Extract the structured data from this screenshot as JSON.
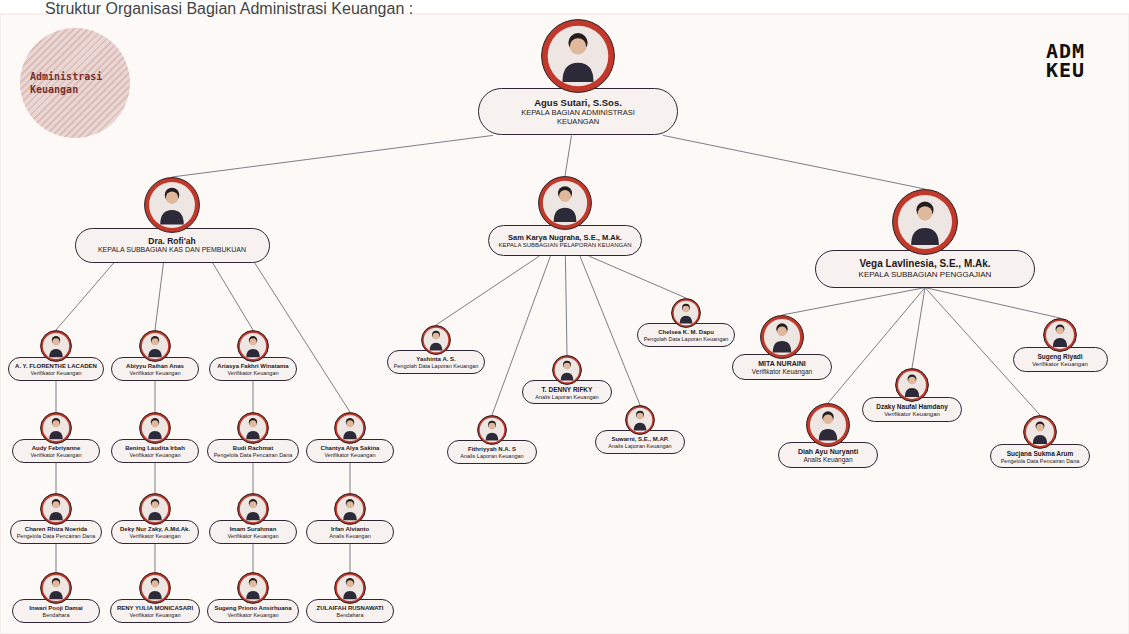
{
  "diagram": {
    "title": "Struktur Organisasi Bagian Administrasi Keuangan :",
    "nodes": [
      {
        "text": [
          "Administrasi Keuangan"
        ]
      },
      {
        "text": [
          "Agus Sutari, S.Sos.",
          "KEPALA BAGIAN ADMINISTRASI KEUANGAN"
        ]
      },
      {
        "text": [
          "Dra. Rofi'ah",
          "KEPALA SUBBAGIAN KAS DAN PEMBUKUAN"
        ]
      },
      {
        "text": [
          "Sam Karya Nugraha, S.E., M.Ak.",
          "KEPALA SUBBAGIAN PELAPORAN KEUANGAN"
        ]
      },
      {
        "text": [
          "Vega Lavlinesia, S.E., M.Ak.",
          "KEPALA SUBBAGIAN PENGGAJIAN"
        ]
      },
      {
        "text": [
          "A. Y. FLORENTHE LACADEN",
          "Verifikator Keuangan"
        ]
      },
      {
        "text": [
          "Audy Febriyanne",
          "Verifikator Keuangan"
        ]
      },
      {
        "text": [
          "Charen Rhiza Noerida",
          "Pengelola Data Pencairan Dana"
        ]
      },
      {
        "text": [
          "Inwari Pooji Damai",
          "Bendahara"
        ]
      },
      {
        "text": [
          "Abiyyu Raihan Anas",
          "Verifikator Keuangan"
        ]
      },
      {
        "text": [
          "Bening Laudita Irbah",
          "Verifikator Keuangan"
        ]
      },
      {
        "text": [
          "Deky Nur Zaky, A.Md.Ak.",
          "Verifikator Keuangan"
        ]
      },
      {
        "text": [
          "RENY YULIA MONICASARI",
          "Verifikator Keuangan"
        ]
      },
      {
        "text": [
          "Ariasya Fakhri Winatama",
          "Verifikator Keuangan"
        ]
      },
      {
        "text": [
          "Budi Rachmat",
          "Pengelola Data Pencairan Dana"
        ]
      },
      {
        "text": [
          "Imam Surahman",
          "Verifikator Keuangan"
        ]
      },
      {
        "text": [
          "Sugeng Priono Ansirhuana",
          "Verifikator Keuangan"
        ]
      },
      {
        "text": [
          "Chantya Alya Sakina",
          "Verifikator Keuangan"
        ]
      },
      {
        "text": [
          "Irfan Alvianto",
          "Analis Keuangan"
        ]
      },
      {
        "text": [
          "ZULAIFAH RUSNAWATI",
          "Bendahara"
        ]
      },
      {
        "text": [
          "Yashinta A. S.",
          "Pengolah Data Laporan Keuangan"
        ]
      },
      {
        "text": [
          "Fithriyyah N.A. S",
          "Analis Laporan Keuangan"
        ]
      },
      {
        "text": [
          "T. DENNY RIFKY",
          "Analis Laporan Keuangan"
        ]
      },
      {
        "text": [
          "Suwarni, S.E., M.AP.",
          "Analis Laporan Keuangan"
        ]
      },
      {
        "text": [
          "Chelsea K. M. Dapu",
          "Pengolah Data Laporan Keuangan"
        ]
      },
      {
        "text": [
          "MITA NURAINI",
          "Verifikator Keuangan"
        ]
      },
      {
        "text": [
          "Diah Ayu Nuryanti",
          "Analis Keuangan"
        ]
      },
      {
        "text": [
          "Dzaky Naufal Hamdany",
          "Verifikator Keuangan"
        ]
      },
      {
        "text": [
          "Sucjana Sukma Arum",
          "Pengelola Data Pencairan Dana"
        ]
      },
      {
        "text": [
          "Sugeng Riyadi",
          "Verifikator Keuangan"
        ]
      }
    ],
    "edges": [
      {
        "from": 1,
        "to": 2,
        "arrow": "none"
      },
      {
        "from": 1,
        "to": 3,
        "arrow": "none"
      },
      {
        "from": 1,
        "to": 4,
        "arrow": "none"
      },
      {
        "from": 2,
        "to": 5,
        "arrow": "none"
      },
      {
        "from": 2,
        "to": 9,
        "arrow": "none"
      },
      {
        "from": 2,
        "to": 13,
        "arrow": "none"
      },
      {
        "from": 2,
        "to": 17,
        "arrow": "none"
      },
      {
        "from": 5,
        "to": 6,
        "arrow": "none"
      },
      {
        "from": 6,
        "to": 7,
        "arrow": "none"
      },
      {
        "from": 7,
        "to": 8,
        "arrow": "none"
      },
      {
        "from": 9,
        "to": 10,
        "arrow": "none"
      },
      {
        "from": 10,
        "to": 11,
        "arrow": "none"
      },
      {
        "from": 11,
        "to": 12,
        "arrow": "none"
      },
      {
        "from": 13,
        "to": 14,
        "arrow": "none"
      },
      {
        "from": 14,
        "to": 15,
        "arrow": "none"
      },
      {
        "from": 15,
        "to": 16,
        "arrow": "none"
      },
      {
        "from": 17,
        "to": 18,
        "arrow": "none"
      },
      {
        "from": 18,
        "to": 19,
        "arrow": "none"
      },
      {
        "from": 3,
        "to": 20,
        "arrow": "none"
      },
      {
        "from": 3,
        "to": 21,
        "arrow": "none"
      },
      {
        "from": 3,
        "to": 22,
        "arrow": "none"
      },
      {
        "from": 3,
        "to": 23,
        "arrow": "none"
      },
      {
        "from": 3,
        "to": 24,
        "arrow": "none"
      },
      {
        "from": 4,
        "to": 25,
        "arrow": "none"
      },
      {
        "from": 4,
        "to": 26,
        "arrow": "none"
      },
      {
        "from": 4,
        "to": 27,
        "arrow": "none"
      },
      {
        "from": 4,
        "to": 28,
        "arrow": "none"
      },
      {
        "from": 4,
        "to": 29,
        "arrow": "none"
      }
    ],
    "labels": [
      "ADM KEU"
    ]
  }
}
